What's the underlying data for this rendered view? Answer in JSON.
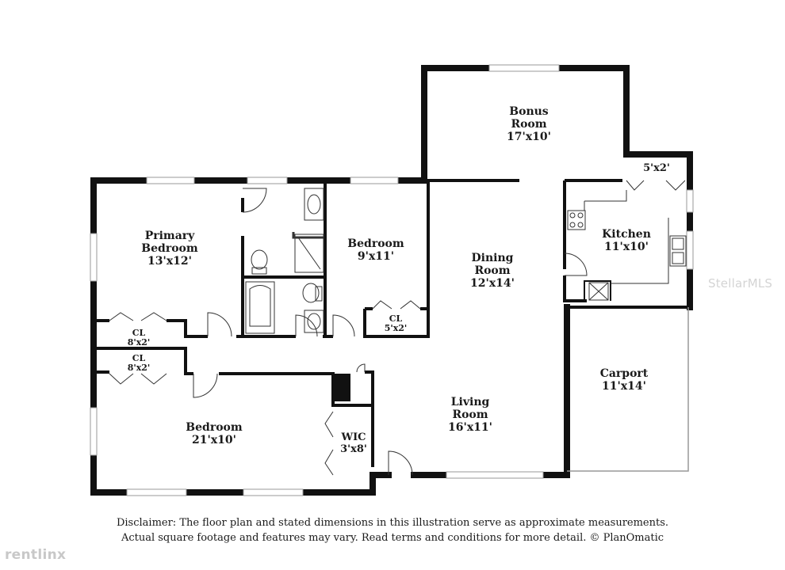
{
  "rooms": {
    "bonus": {
      "name_line1": "Bonus",
      "name_line2": "Room",
      "dim": "17'x10'"
    },
    "primary": {
      "name_line1": "Primary",
      "name_line2": "Bedroom",
      "dim": "13'x12'"
    },
    "bedroom_small": {
      "name": "Bedroom",
      "dim": "9'x11'"
    },
    "dining": {
      "name_line1": "Dining",
      "name_line2": "Room",
      "dim": "12'x14'"
    },
    "kitchen": {
      "name": "Kitchen",
      "dim": "11'x10'"
    },
    "pantry": {
      "dim": "5'x2'"
    },
    "living": {
      "name_line1": "Living",
      "name_line2": "Room",
      "dim": "16'x11'"
    },
    "carport": {
      "name": "Carport",
      "dim": "11'x14'"
    },
    "bedroom_large": {
      "name": "Bedroom",
      "dim": "21'x10'"
    },
    "wic": {
      "name": "WIC",
      "dim": "3'x8'"
    },
    "closet1": {
      "name": "CL",
      "dim": "8'x2'"
    },
    "closet2": {
      "name": "CL",
      "dim": "8'x2'"
    },
    "closet3": {
      "name": "CL",
      "dim": "5'x2'"
    }
  },
  "disclaimer": {
    "line1": "Disclaimer: The floor plan and stated dimensions in this illustration serve as approximate measurements.",
    "line2": "Actual square footage and features may vary. Read terms and conditions for more detail. © PlanOmatic"
  },
  "watermarks": {
    "stellar": "StellarMLS",
    "rentlinx": "rentlinx"
  },
  "colors": {
    "wall": "#111111",
    "thin_line": "#333333",
    "window": "#9a9a9a"
  }
}
